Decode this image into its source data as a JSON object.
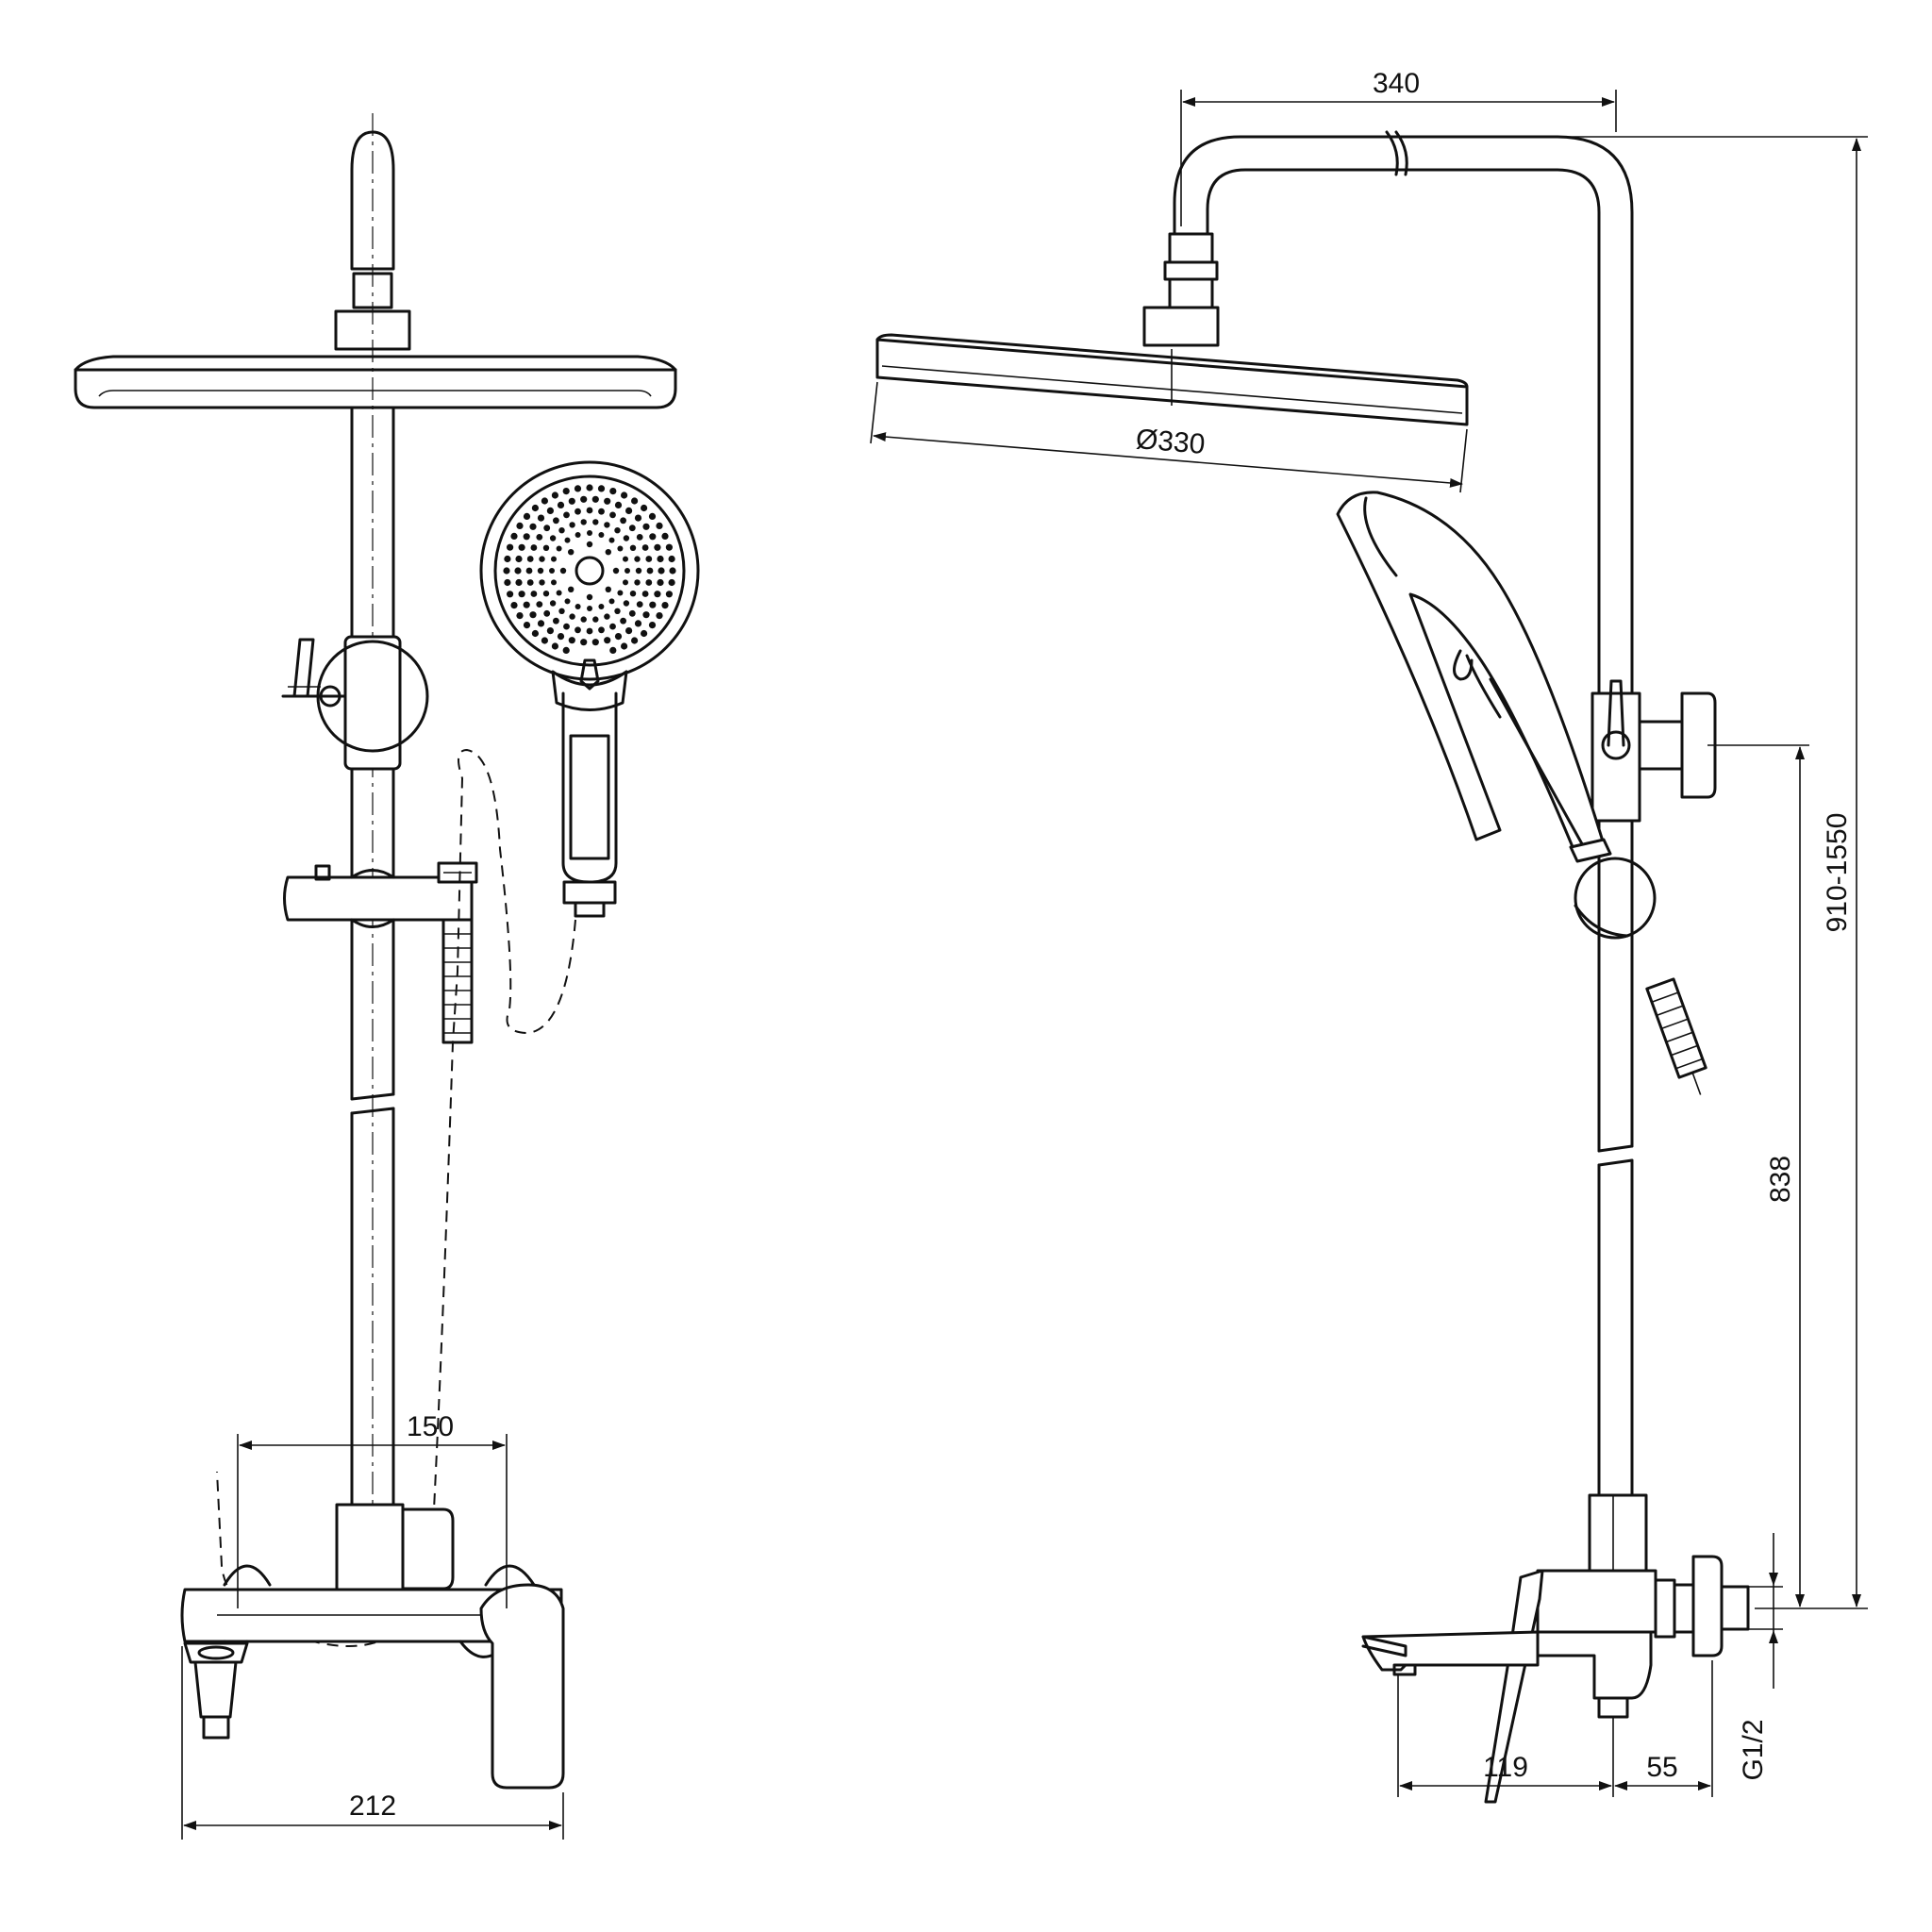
{
  "drawing": {
    "type": "shower system technical drawing",
    "stroke_color": "#111111",
    "background_color": "#ffffff"
  },
  "dimensions": {
    "mixer_centers": "150",
    "mixer_width": "212",
    "arm_projection": "340",
    "head_diameter": "Ø330",
    "total_height": "910-1550",
    "rail_height": "838",
    "thread": "G1/2",
    "spout_reach": "119",
    "wall_offset": "55"
  }
}
